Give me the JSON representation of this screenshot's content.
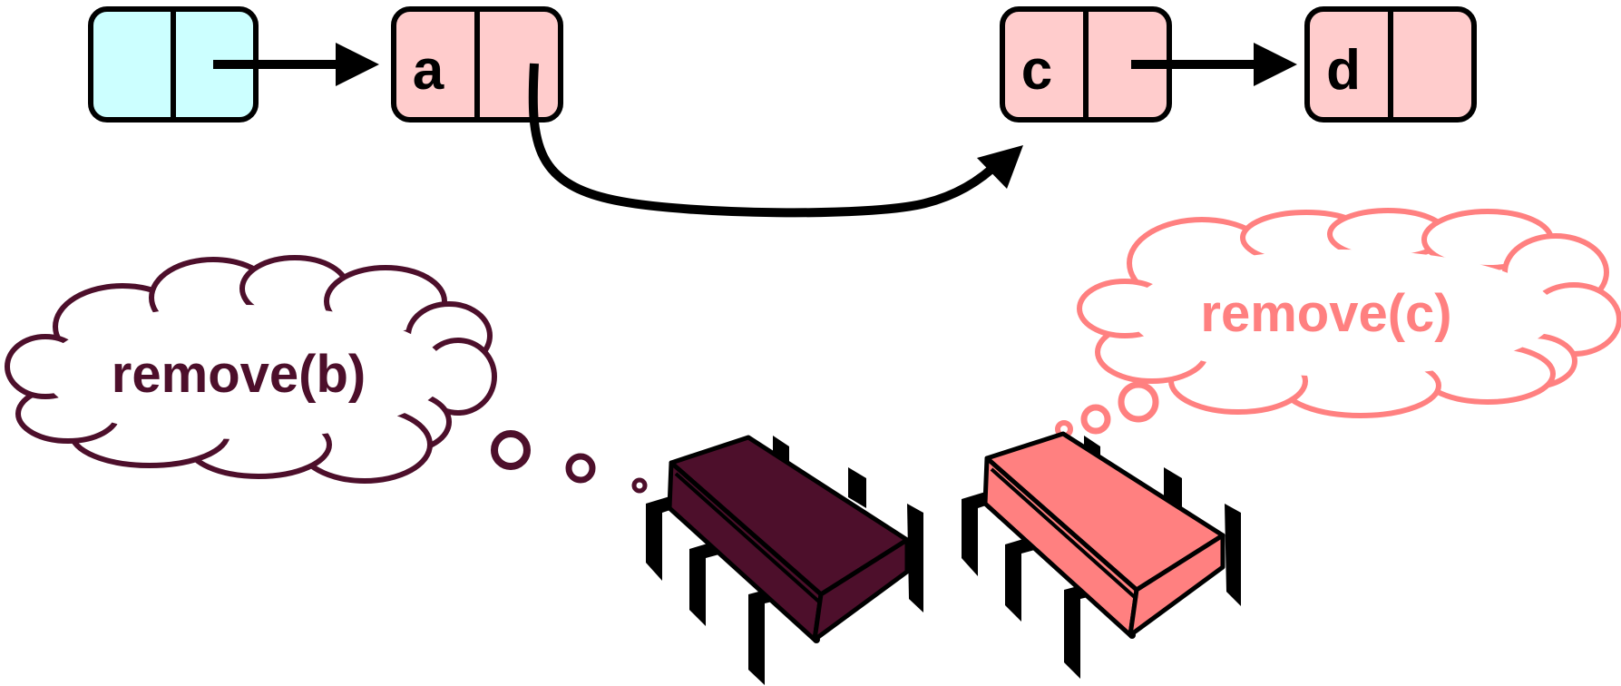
{
  "colors": {
    "head_fill": "#ccffff",
    "node_fill": "#ffcccc",
    "outline": "#000000",
    "thread_b": "#4d0f2b",
    "thread_c": "#ff8080",
    "background": "#ffffff"
  },
  "list": {
    "head": {
      "label": ""
    },
    "nodes": [
      {
        "label": "a"
      },
      {
        "label": "c"
      },
      {
        "label": "d"
      }
    ]
  },
  "threads": [
    {
      "call": "remove(b)",
      "icon": "processor-chip-icon"
    },
    {
      "call": "remove(c)",
      "icon": "processor-chip-icon"
    }
  ]
}
